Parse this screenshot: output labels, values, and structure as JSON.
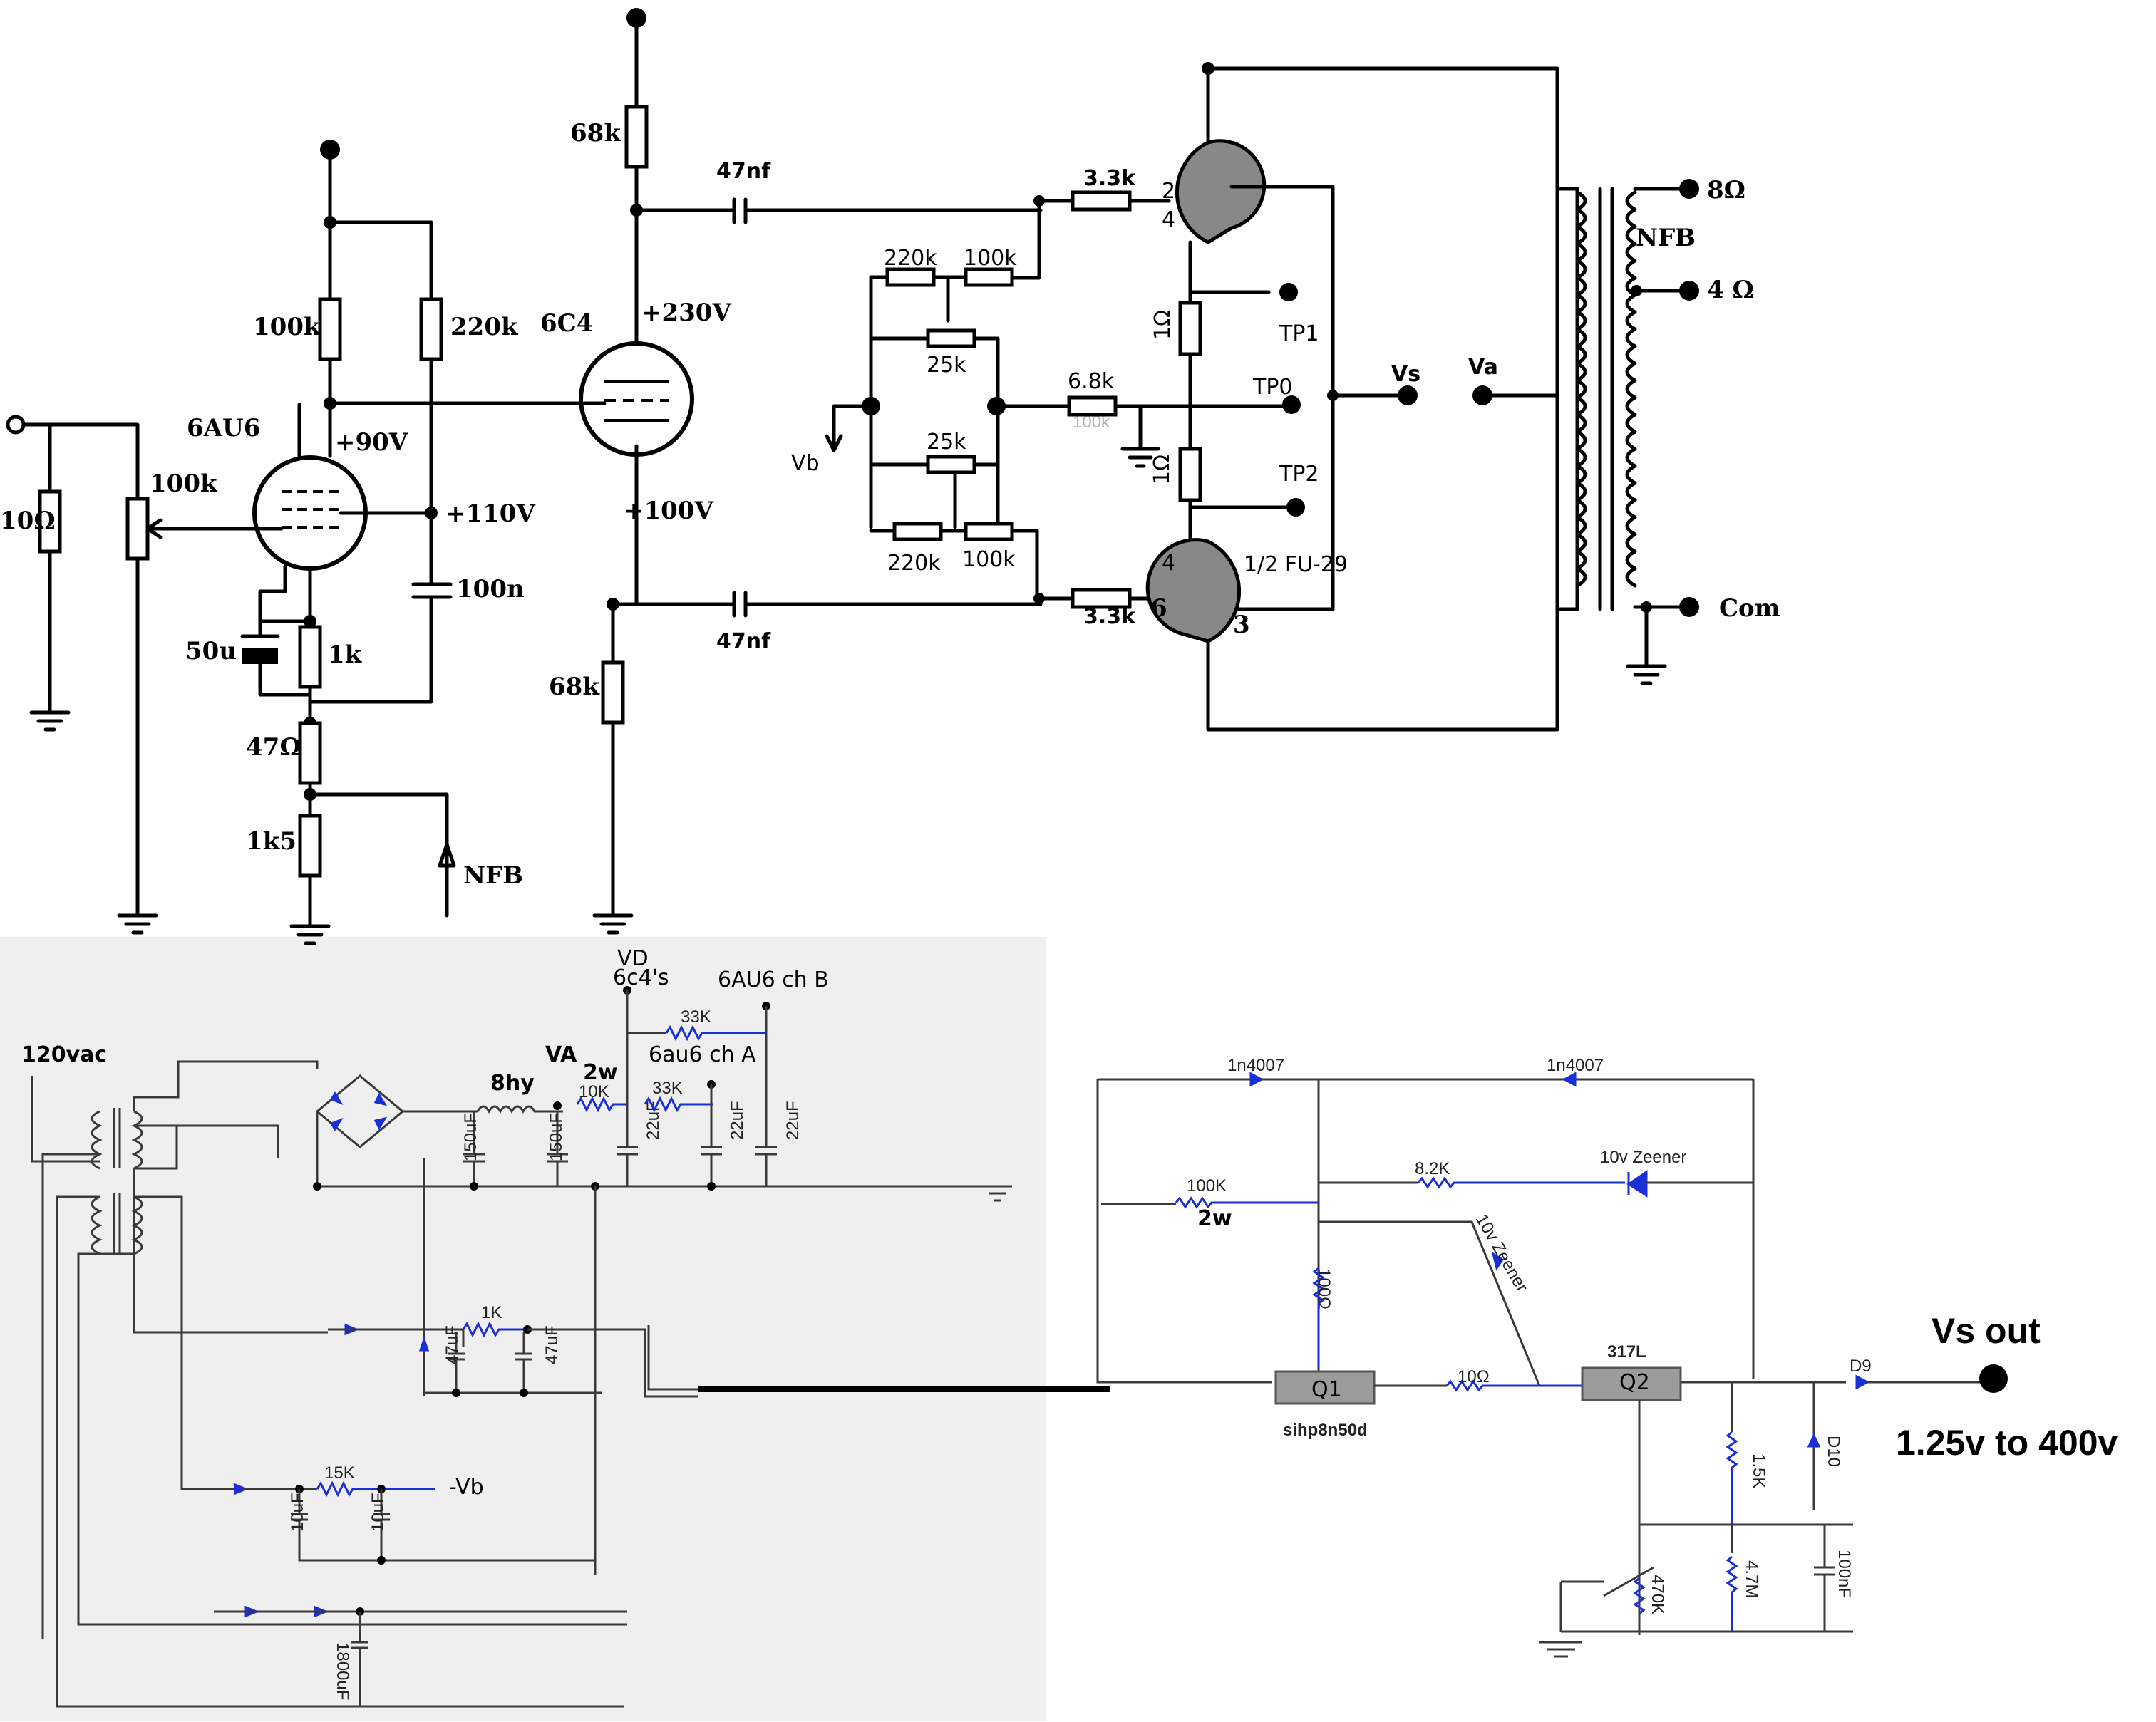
{
  "preamp": {
    "input_r": "10Ω",
    "vol_pot": "100k",
    "tube1": "6AU6",
    "plate_v": "+90V",
    "screen_v": "+110V",
    "plate_r": "100k",
    "screen_r": "220k",
    "screen_cap": "100n",
    "cathode_cap": "50u",
    "cathode_r": "1k",
    "fb_r": "47Ω",
    "fb_r2": "1k5",
    "nfb": "NFB",
    "tube2": "6C4",
    "pi_plate_r": "68k",
    "pi_cath_r": "68k",
    "pi_plate_v": "+230V",
    "pi_cath_v": "+100V",
    "coupling_top": "47nf",
    "coupling_bot": "47nf"
  },
  "output": {
    "grid_r_top": "3.3k",
    "grid_r_bot": "3.3k",
    "bias_r1": "220k",
    "bias_r2": "100k",
    "bias_r3": "220k",
    "bias_r4": "100k",
    "pot_top": "25k",
    "pot_bot": "25k",
    "r_68": "6.8k",
    "r_68_hidden": "100k",
    "vb": "Vb",
    "cath_r1": "1Ω",
    "cath_r2": "1Ω",
    "tp1": "TP1",
    "tp0": "TP0",
    "tp2": "TP2",
    "vs": "Vs",
    "va": "Va",
    "tube": "1/2 FU-29",
    "pin2": "2",
    "pin4": "4",
    "pin4b": "4",
    "pin6": "6",
    "pin3": "3",
    "tap8": "8Ω",
    "tap4": "4 Ω",
    "com": "Com",
    "nfb": "NFB"
  },
  "psu": {
    "mains": "120vac",
    "choke": "8hy",
    "va": "VA",
    "vd": "VD",
    "vd_sub": "6c4's",
    "ch_b": "6AU6 ch B",
    "ch_a": "6au6 ch A",
    "r_2w": "2w",
    "r10k": "10K",
    "r33k_top": "33K",
    "r33k": "33K",
    "c150a": "150uF",
    "c150b": "150uF",
    "c22a": "22uF",
    "c22b": "22uF",
    "c22c": "22uF",
    "r1k": "1K",
    "c47a": "47uF",
    "c47b": "47uF",
    "r15k": "15K",
    "vb": "-Vb",
    "c10a": "10uF",
    "c10b": "10uF",
    "c1800": "1800uF"
  },
  "reg": {
    "d1": "1n4007",
    "d2": "1n4007",
    "r100k": "100K",
    "r100k_w": "2w",
    "r82k": "8.2K",
    "zener1": "10v Zeener",
    "zener2": "10v Zeener",
    "r100": "100Ω",
    "q1": "Q1",
    "q1_part": "sihp8n50d",
    "r10": "10Ω",
    "q2_part": "317L",
    "q2": "Q2",
    "d9": "D9",
    "d10": "D10",
    "r15k": "1.5K",
    "r470k": "470K",
    "r47m": "4.7M",
    "c100n": "100nF",
    "vs_out": "Vs out",
    "range": "1.25v to 400v"
  }
}
